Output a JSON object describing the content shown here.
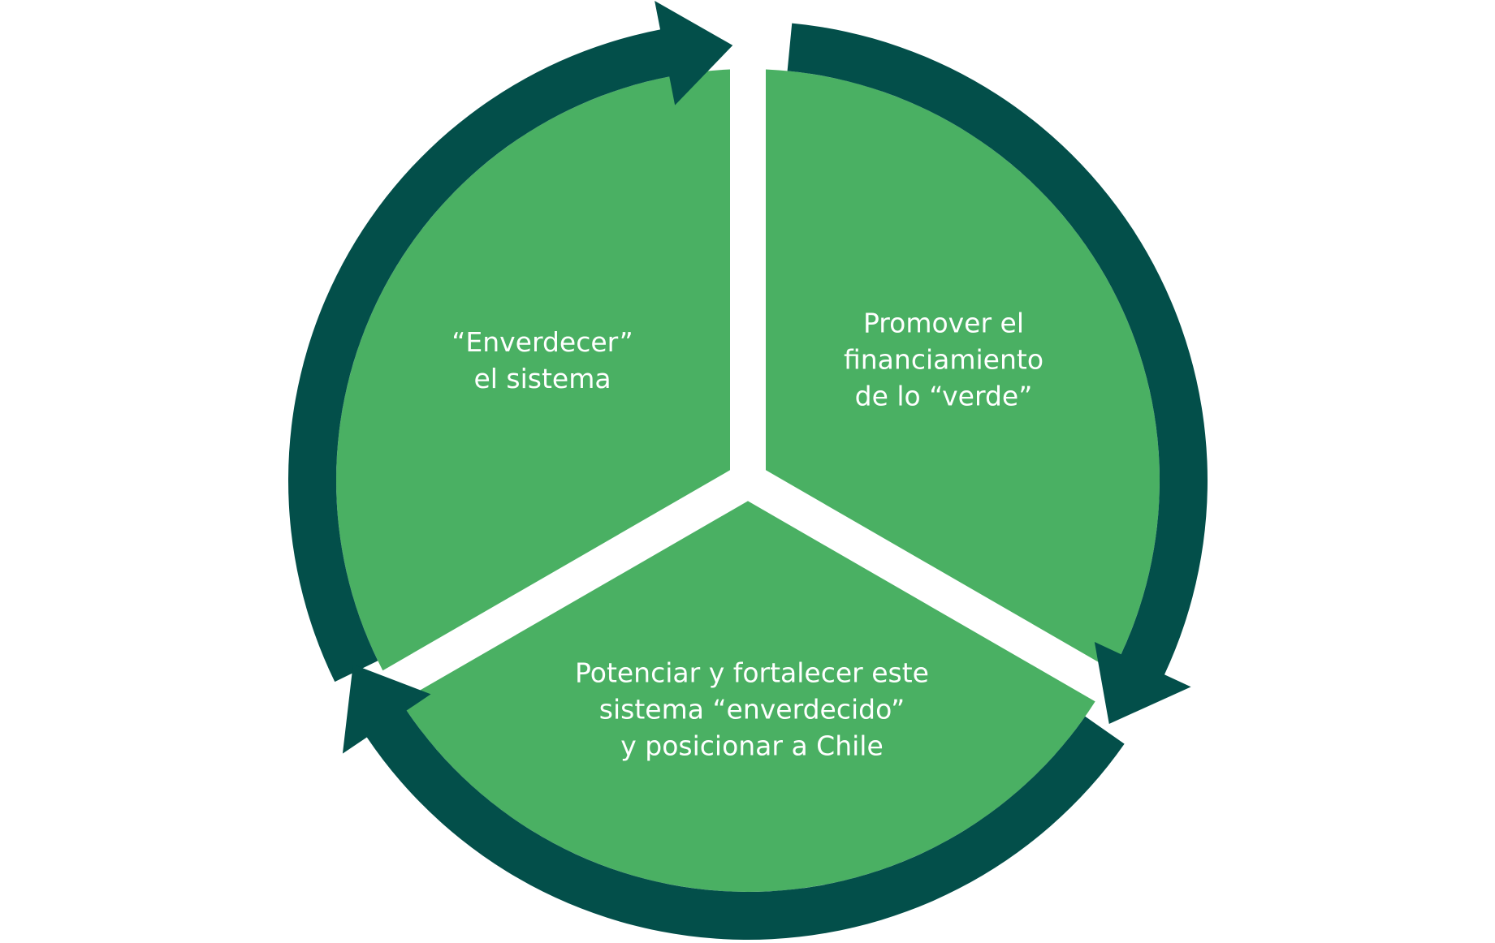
{
  "diagram": {
    "type": "cycle",
    "direction": "clockwise",
    "colors": {
      "segment_fill": "#4AB063",
      "arrow_fill": "#034F4A",
      "background": "#FFFFFF",
      "text": "#FFFFFF"
    },
    "segments": [
      {
        "id": "enverdecer",
        "position": "top-left",
        "lines": [
          "“Enverdecer”",
          "el sistema"
        ]
      },
      {
        "id": "promover",
        "position": "top-right",
        "lines": [
          "Promover el",
          "financiamiento",
          "de lo “verde”"
        ]
      },
      {
        "id": "potenciar",
        "position": "bottom",
        "lines": [
          "Potenciar y fortalecer este",
          "sistema “enverdecido”",
          "y posicionar a Chile"
        ]
      }
    ],
    "arrows": [
      {
        "from": "enverdecer",
        "to": "promover"
      },
      {
        "from": "promover",
        "to": "potenciar"
      },
      {
        "from": "potenciar",
        "to": "enverdecer"
      }
    ]
  }
}
